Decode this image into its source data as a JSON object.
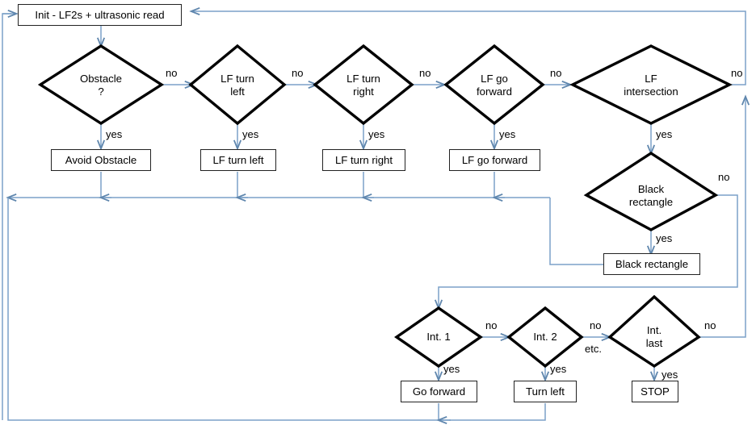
{
  "diagram": {
    "title": "Line-follower robot control flowchart",
    "type": "flowchart",
    "colors": {
      "background": "#ffffff",
      "node_border": "#222222",
      "decision_border": "#000000",
      "connector": "#7ba1c8",
      "text": "#000000"
    },
    "nodes": [
      {
        "id": "init",
        "kind": "process",
        "label": "Init - LF2s + ultrasonic read"
      },
      {
        "id": "obstacle",
        "kind": "decision",
        "line1": "Obstacle",
        "line2": "?"
      },
      {
        "id": "lf_turn_left_d",
        "kind": "decision",
        "line1": "LF turn",
        "line2": "left"
      },
      {
        "id": "lf_turn_right_d",
        "kind": "decision",
        "line1": "LF turn",
        "line2": "right"
      },
      {
        "id": "lf_go_fwd_d",
        "kind": "decision",
        "line1": "LF go",
        "line2": "forward"
      },
      {
        "id": "lf_inter_d",
        "kind": "decision",
        "line1": "LF",
        "line2": "intersection"
      },
      {
        "id": "black_rect_d",
        "kind": "decision",
        "line1": "Black",
        "line2": "rectangle"
      },
      {
        "id": "int1_d",
        "kind": "decision",
        "line1": "Int. 1",
        "line2": ""
      },
      {
        "id": "int2_d",
        "kind": "decision",
        "line1": "Int. 2",
        "line2": ""
      },
      {
        "id": "intlast_d",
        "kind": "decision",
        "line1": "Int.",
        "line2": "last"
      },
      {
        "id": "avoid_obstacle",
        "kind": "process",
        "label": "Avoid Obstacle"
      },
      {
        "id": "lf_turn_left_b",
        "kind": "process",
        "label": "LF turn left"
      },
      {
        "id": "lf_turn_right_b",
        "kind": "process",
        "label": "LF turn right"
      },
      {
        "id": "lf_go_fwd_b",
        "kind": "process",
        "label": "LF go forward"
      },
      {
        "id": "black_rect_b",
        "kind": "process",
        "label": "Black rectangle"
      },
      {
        "id": "go_forward_b",
        "kind": "process",
        "label": "Go forward"
      },
      {
        "id": "turn_left_b",
        "kind": "process",
        "label": "Turn left"
      },
      {
        "id": "stop_b",
        "kind": "terminator",
        "label": "STOP"
      }
    ],
    "edge_labels": {
      "obstacle_no": "no",
      "obstacle_yes": "yes",
      "lf_turn_left_no": "no",
      "lf_turn_left_yes": "yes",
      "lf_turn_right_no": "no",
      "lf_turn_right_yes": "yes",
      "lf_go_fwd_no": "no",
      "lf_go_fwd_yes": "yes",
      "lf_inter_no": "no",
      "lf_inter_yes": "yes",
      "black_rect_no": "no",
      "black_rect_yes": "yes",
      "int1_no": "no",
      "int1_yes": "yes",
      "int2_no": "no",
      "int2_yes": "yes",
      "etc": "etc.",
      "intlast_no": "no",
      "intlast_yes": "yes"
    }
  }
}
